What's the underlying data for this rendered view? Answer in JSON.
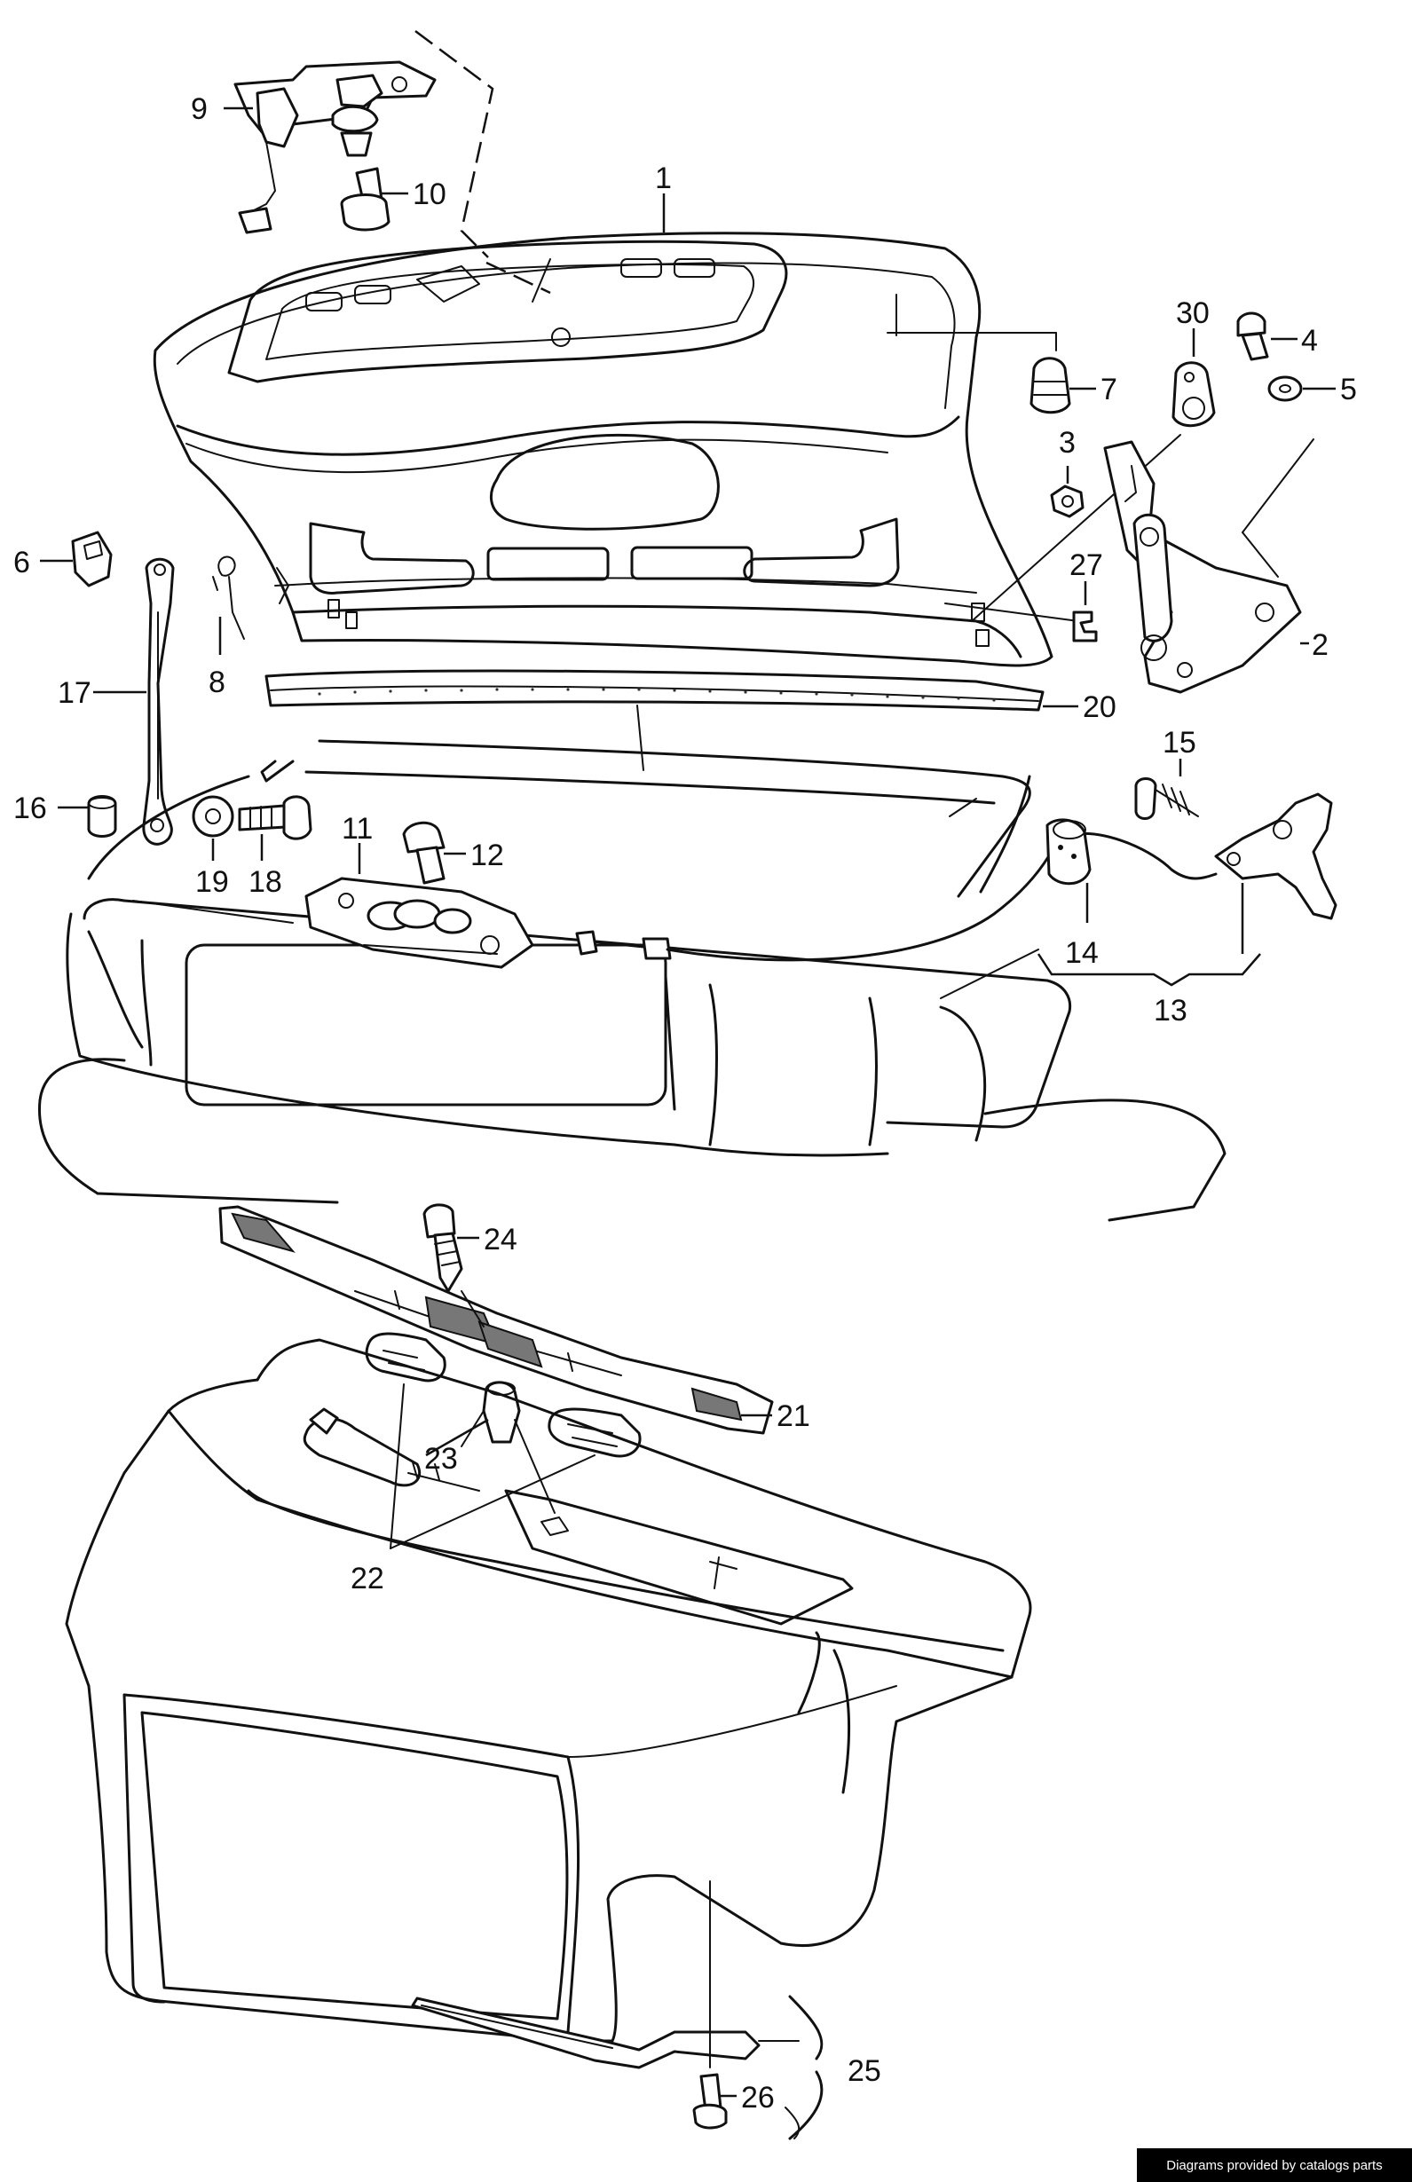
{
  "callouts": [
    {
      "id": "1",
      "label": "1"
    },
    {
      "id": "2",
      "label": "2"
    },
    {
      "id": "3",
      "label": "3"
    },
    {
      "id": "4",
      "label": "4"
    },
    {
      "id": "5",
      "label": "5"
    },
    {
      "id": "6",
      "label": "6"
    },
    {
      "id": "7",
      "label": "7"
    },
    {
      "id": "8",
      "label": "8"
    },
    {
      "id": "9",
      "label": "9"
    },
    {
      "id": "10",
      "label": "10"
    },
    {
      "id": "11",
      "label": "11"
    },
    {
      "id": "12",
      "label": "12"
    },
    {
      "id": "13",
      "label": "13"
    },
    {
      "id": "14",
      "label": "14"
    },
    {
      "id": "15",
      "label": "15"
    },
    {
      "id": "16",
      "label": "16"
    },
    {
      "id": "17",
      "label": "17"
    },
    {
      "id": "18",
      "label": "18"
    },
    {
      "id": "19",
      "label": "19"
    },
    {
      "id": "20",
      "label": "20"
    },
    {
      "id": "21",
      "label": "21"
    },
    {
      "id": "22",
      "label": "22"
    },
    {
      "id": "23",
      "label": "23"
    },
    {
      "id": "24",
      "label": "24"
    },
    {
      "id": "25",
      "label": "25"
    },
    {
      "id": "26",
      "label": "26"
    },
    {
      "id": "27",
      "label": "27"
    },
    {
      "id": "30",
      "label": "30"
    }
  ],
  "footer": {
    "credit": "Diagrams provided by catalogs parts"
  }
}
